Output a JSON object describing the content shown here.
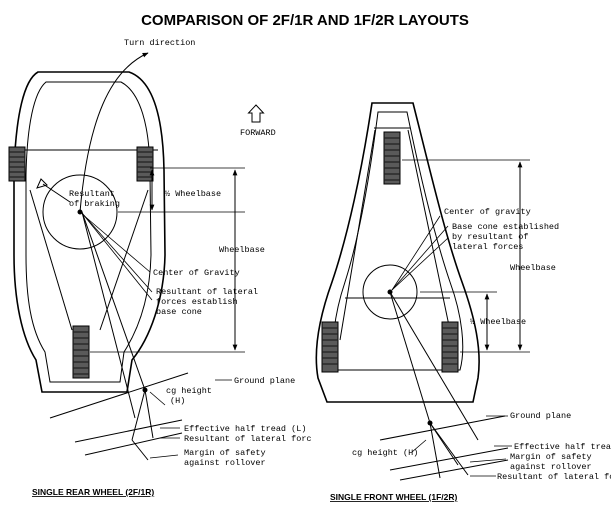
{
  "title": "COMPARISON OF 2F/1R AND 1F/2R LAYOUTS",
  "forward_label": "FORWARD",
  "left_diagram": {
    "caption": "SINGLE REAR WHEEL (2F/1R)",
    "turn_direction": "Turn direction",
    "resultant_of_braking": [
      "Resultant",
      "of braking"
    ],
    "half_wheelbase": "½ Wheelbase",
    "wheelbase": "Wheelbase",
    "center_of_gravity": "Center of Gravity",
    "lateral_forces": [
      "Resultant of lateral",
      "forces establish",
      "base cone"
    ],
    "cg_height": [
      "cg height",
      "(H)"
    ],
    "ground_plane": "Ground plane",
    "effective_half_tread": "Effective half tread (L)",
    "resultant_lateral_force": "Resultant of lateral forc",
    "margin_of_safety": [
      "Margin of safety",
      "against rollover"
    ]
  },
  "right_diagram": {
    "caption": "SINGLE FRONT WHEEL (1F/2R)",
    "center_of_gravity": "Center of gravity",
    "base_cone": [
      "Base cone established",
      "by resultant of",
      "lateral forces"
    ],
    "wheelbase": "Wheelbase",
    "half_wheelbase": "½ Wheelbase",
    "ground_plane": "Ground plane",
    "cg_height": "cg height (H)",
    "effective_half_tread": "Effective half tread",
    "margin_of_safety": [
      "Margin of safety",
      "against rollover"
    ],
    "resultant_lateral_forces": "Resultant of lateral forces"
  }
}
